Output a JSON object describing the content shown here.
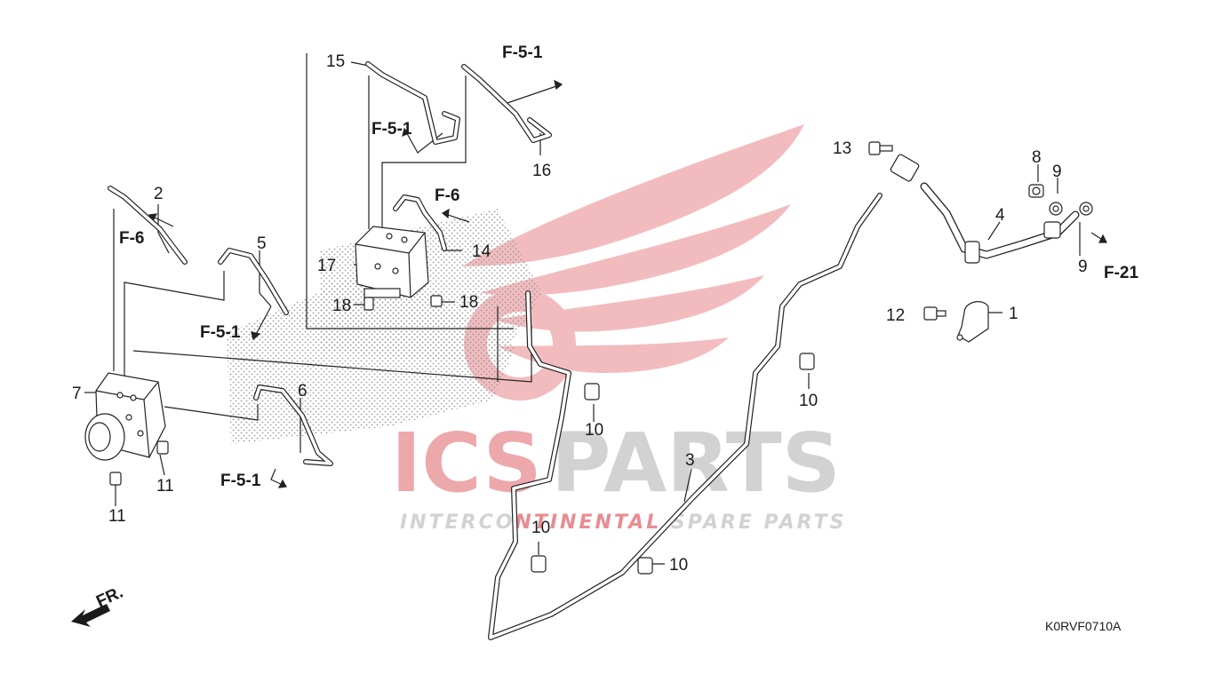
{
  "watermark": {
    "name_part1": "ICS",
    "name_part2": "PARTS",
    "tagline_part1": "INTERCO",
    "tagline_part2": "NTINENTAL ",
    "tagline_part3": "S",
    "tagline_part4": "PARE PARTS",
    "colors": {
      "red": "#d9414a",
      "gray": "#b5b5b5",
      "red_light": "#f4c3c6"
    }
  },
  "callouts": {
    "c1": "1",
    "c2": "2",
    "c3": "3",
    "c4": "4",
    "c5": "5",
    "c6": "6",
    "c7": "7",
    "c8": "8",
    "c9a": "9",
    "c9b": "9",
    "c10a": "10",
    "c10b": "10",
    "c10c": "10",
    "c10d": "10",
    "c11a": "11",
    "c11b": "11",
    "c12": "12",
    "c13": "13",
    "c14": "14",
    "c15": "15",
    "c16": "16",
    "c17": "17",
    "c18a": "18",
    "c18b": "18"
  },
  "references": {
    "r_f51_top": "F-5-1",
    "r_f51_mid": "F-5-1",
    "r_f6_top": "F-6",
    "r_f6_left": "F-6",
    "r_f51_left": "F-5-1",
    "r_f51_bottom": "F-5-1",
    "r_f21": "F-21"
  },
  "front_marker": "FR.",
  "diagram_code": "K0RVF0710A"
}
